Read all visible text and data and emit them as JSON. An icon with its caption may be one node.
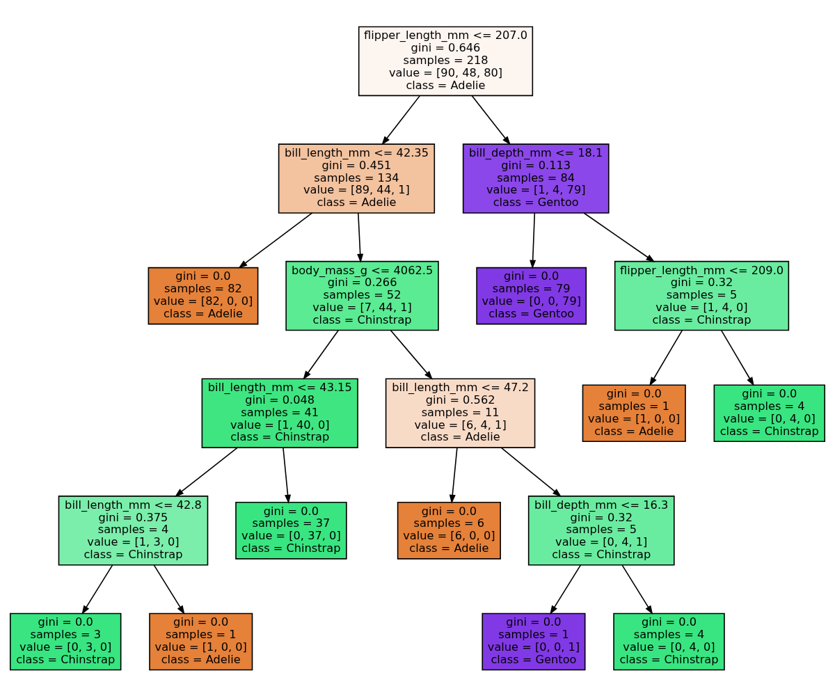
{
  "diagram": {
    "nodes": [
      {
        "text": [
          "flipper_length_mm <= 207.0",
          "gini = 0.646",
          "samples = 218",
          "value = [90, 48, 80]",
          "class = Adelie"
        ]
      },
      {
        "text": [
          "bill_length_mm <= 42.35",
          "gini = 0.451",
          "samples = 134",
          "value = [89, 44, 1]",
          "class = Adelie"
        ]
      },
      {
        "text": [
          "bill_depth_mm <= 18.1",
          "gini = 0.113",
          "samples = 84",
          "value = [1, 4, 79]",
          "class = Gentoo"
        ]
      },
      {
        "text": [
          "gini = 0.0",
          "samples = 82",
          "value = [82, 0, 0]",
          "class = Adelie"
        ]
      },
      {
        "text": [
          "body_mass_g <= 4062.5",
          "gini = 0.266",
          "samples = 52",
          "value = [7, 44, 1]",
          "class = Chinstrap"
        ]
      },
      {
        "text": [
          "gini = 0.0",
          "samples = 79",
          "value = [0, 0, 79]",
          "class = Gentoo"
        ]
      },
      {
        "text": [
          "flipper_length_mm <= 209.0",
          "gini = 0.32",
          "samples = 5",
          "value = [1, 4, 0]",
          "class = Chinstrap"
        ]
      },
      {
        "text": [
          "bill_length_mm <= 43.15",
          "gini = 0.048",
          "samples = 41",
          "value = [1, 40, 0]",
          "class = Chinstrap"
        ]
      },
      {
        "text": [
          "bill_length_mm <= 47.2",
          "gini = 0.562",
          "samples = 11",
          "value = [6, 4, 1]",
          "class = Adelie"
        ]
      },
      {
        "text": [
          "gini = 0.0",
          "samples = 1",
          "value = [1, 0, 0]",
          "class = Adelie"
        ]
      },
      {
        "text": [
          "gini = 0.0",
          "samples = 4",
          "value = [0, 4, 0]",
          "class = Chinstrap"
        ]
      },
      {
        "text": [
          "bill_length_mm <= 42.8",
          "gini = 0.375",
          "samples = 4",
          "value = [1, 3, 0]",
          "class = Chinstrap"
        ]
      },
      {
        "text": [
          "gini = 0.0",
          "samples = 37",
          "value = [0, 37, 0]",
          "class = Chinstrap"
        ]
      },
      {
        "text": [
          "gini = 0.0",
          "samples = 6",
          "value = [6, 0, 0]",
          "class = Adelie"
        ]
      },
      {
        "text": [
          "bill_depth_mm <= 16.3",
          "gini = 0.32",
          "samples = 5",
          "value = [0, 4, 1]",
          "class = Chinstrap"
        ]
      },
      {
        "text": [
          "gini = 0.0",
          "samples = 3",
          "value = [0, 3, 0]",
          "class = Chinstrap"
        ]
      },
      {
        "text": [
          "gini = 0.0",
          "samples = 1",
          "value = [1, 0, 0]",
          "class = Adelie"
        ]
      },
      {
        "text": [
          "gini = 0.0",
          "samples = 1",
          "value = [0, 0, 1]",
          "class = Gentoo"
        ]
      },
      {
        "text": [
          "gini = 0.0",
          "samples = 4",
          "value = [0, 4, 0]",
          "class = Chinstrap"
        ]
      }
    ],
    "edges": [
      {
        "from": 0,
        "to": 1,
        "arrow": "to"
      },
      {
        "from": 0,
        "to": 2,
        "arrow": "to"
      },
      {
        "from": 1,
        "to": 3,
        "arrow": "to"
      },
      {
        "from": 1,
        "to": 4,
        "arrow": "to"
      },
      {
        "from": 2,
        "to": 5,
        "arrow": "to"
      },
      {
        "from": 2,
        "to": 6,
        "arrow": "to"
      },
      {
        "from": 4,
        "to": 7,
        "arrow": "to"
      },
      {
        "from": 4,
        "to": 8,
        "arrow": "to"
      },
      {
        "from": 6,
        "to": 9,
        "arrow": "to"
      },
      {
        "from": 6,
        "to": 10,
        "arrow": "to"
      },
      {
        "from": 7,
        "to": 11,
        "arrow": "to"
      },
      {
        "from": 7,
        "to": 12,
        "arrow": "to"
      },
      {
        "from": 8,
        "to": 13,
        "arrow": "to"
      },
      {
        "from": 8,
        "to": 14,
        "arrow": "to"
      },
      {
        "from": 11,
        "to": 15,
        "arrow": "to"
      },
      {
        "from": 11,
        "to": 16,
        "arrow": "to"
      },
      {
        "from": 14,
        "to": 17,
        "arrow": "to"
      },
      {
        "from": 14,
        "to": 18,
        "arrow": "to"
      }
    ]
  }
}
